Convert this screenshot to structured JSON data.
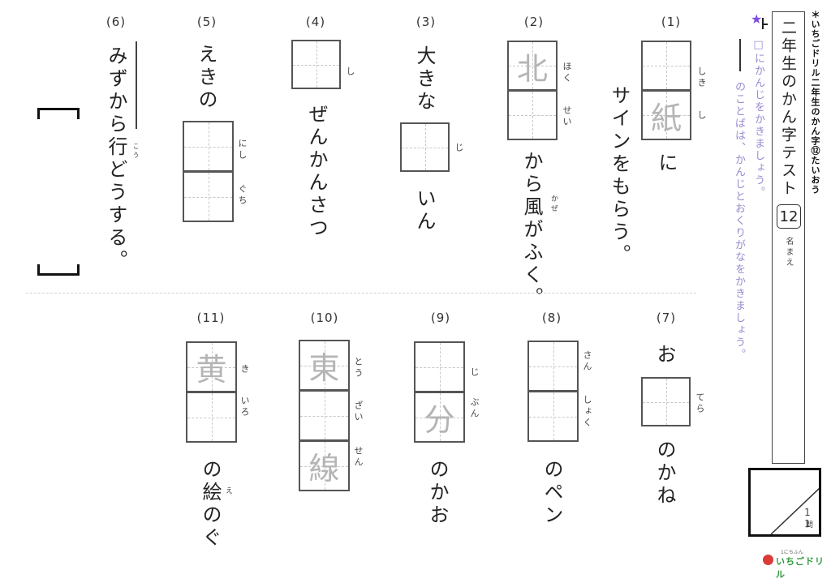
{
  "header": {
    "series_label": "＊いちごドリル二年生のかん字⑫たいおう",
    "title": "二年生のかん字テスト",
    "test_number": "12",
    "name_label": "名まえ"
  },
  "instructions": {
    "star": "★",
    "line1": "□にかんじをかきましょう。",
    "line2_mark": "——",
    "line2": "のことばは、かんじとおくりがなをかきましょう。"
  },
  "questions": [
    {
      "num": "(1)",
      "before": "",
      "cells": [
        {
          "ghost": "",
          "ruby": "しき"
        },
        {
          "ghost": "紙",
          "ruby": "し"
        }
      ],
      "after": "に",
      "after2": "サインをもらう。"
    },
    {
      "num": "(2)",
      "before": "",
      "cells": [
        {
          "ghost": "北",
          "ruby": "ほく"
        },
        {
          "ghost": "",
          "ruby": "せい"
        }
      ],
      "after": "から風がふく。",
      "after_ruby": "かぜ"
    },
    {
      "num": "(3)",
      "before": "大きな",
      "cells": [
        {
          "ghost": "",
          "ruby": "じ"
        }
      ],
      "after": "いん"
    },
    {
      "num": "(4)",
      "before": "",
      "cells": [
        {
          "ghost": "",
          "ruby": "し"
        }
      ],
      "after": "ぜんかんさつ"
    },
    {
      "num": "(5)",
      "before": "えきの",
      "cells": [
        {
          "ghost": "",
          "ruby": "にし"
        },
        {
          "ghost": "",
          "ruby": "ぐち"
        }
      ],
      "after": ""
    },
    {
      "num": "(6)",
      "before": "",
      "sentence": "みずから行どうする。",
      "sentence_ruby": "こう",
      "answer_brackets": "［　］"
    },
    {
      "num": "(7)",
      "before": "お",
      "cells": [
        {
          "ghost": "",
          "ruby": "てら"
        }
      ],
      "after": "のかね"
    },
    {
      "num": "(8)",
      "before": "",
      "cells": [
        {
          "ghost": "",
          "ruby": "さん"
        },
        {
          "ghost": "",
          "ruby": "しょく"
        }
      ],
      "after": "のペン"
    },
    {
      "num": "(9)",
      "before": "",
      "cells": [
        {
          "ghost": "",
          "ruby": "じ"
        },
        {
          "ghost": "分",
          "ruby": "ぶん"
        }
      ],
      "after": "のかお"
    },
    {
      "num": "(10)",
      "before": "",
      "cells": [
        {
          "ghost": "東",
          "ruby": "とう"
        },
        {
          "ghost": "",
          "ruby": "ざい"
        },
        {
          "ghost": "線",
          "ruby": "せん"
        }
      ],
      "after": ""
    },
    {
      "num": "(11)",
      "before": "",
      "cells": [
        {
          "ghost": "黄",
          "ruby": "き"
        },
        {
          "ghost": "",
          "ruby": "いろ"
        }
      ],
      "after": "の絵のぐ",
      "after_ruby": "え"
    }
  ],
  "score": {
    "total": "11",
    "unit": "問"
  },
  "logo": {
    "small": "1にちふん",
    "name": "いちごドリル",
    "brand_color": "#2e9a3a",
    "berry_color": "#d93a3a"
  },
  "colors": {
    "instruction": "#9b8ad0",
    "star": "#7b4fe0",
    "ghost": "#b5b5b5"
  }
}
